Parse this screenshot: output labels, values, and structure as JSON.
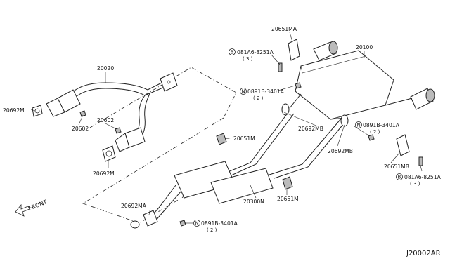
{
  "diagram_ref": "J20002AR",
  "front_label": "FRONT",
  "parts": {
    "p20020": "20020",
    "p20692m_left": "20692M",
    "p20602_a": "20602",
    "p20602_b": "20602",
    "p20692m_mid": "20692M",
    "p20651ma": "20651MA",
    "p081a6_top": "081A6-8251A",
    "p081a6_top_qty": "( 3 )",
    "p20100": "20100",
    "p0891b_top": "0891B-3401A",
    "p0891b_top_qty": "( 2 )",
    "p20692mb_a": "20692MB",
    "p20651m_a": "20651M",
    "p0891b_right": "0891B-3401A",
    "p0891b_right_qty": "( 2 )",
    "p20692mb_b": "20692MB",
    "p20651mb": "20651MB",
    "p081a6_bottom": "081A6-8251A",
    "p081a6_bottom_qty": "( 3 )",
    "p20300n": "20300N",
    "p20651m_b": "20651M",
    "p20692ma": "20692MA",
    "p0891b_bottom": "0891B-3401A",
    "p0891b_bottom_qty": "( 2 )"
  },
  "markers": {
    "bolt_symbol": "B",
    "nut_symbol": "N"
  },
  "icons": {
    "front_arrow": "front-arrow-icon"
  }
}
